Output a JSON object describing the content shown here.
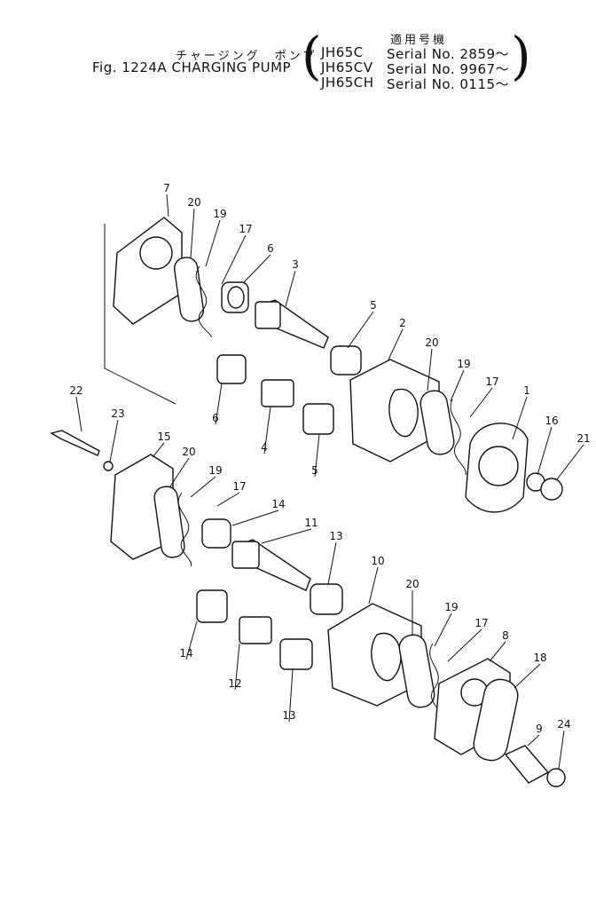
{
  "header": {
    "title_japanese": "チャージング　ポンプ",
    "fig_label": "Fig. 1224A CHARGING PUMP",
    "applicable_models": "適用号機",
    "models": [
      {
        "model": "JH65C",
        "serial": "Serial No. 2859～"
      },
      {
        "model": "JH65CV",
        "serial": "Serial No. 9967～"
      },
      {
        "model": "JH65CH",
        "serial": "Serial No. 0115～"
      }
    ]
  },
  "callouts": [
    "7",
    "20",
    "19",
    "17",
    "6",
    "3",
    "5",
    "2",
    "20",
    "19",
    "17",
    "1",
    "16",
    "21",
    "6",
    "4",
    "5",
    "22",
    "23",
    "15",
    "20",
    "19",
    "17",
    "14",
    "11",
    "13",
    "10",
    "20",
    "19",
    "17",
    "8",
    "18",
    "14",
    "12",
    "13",
    "9",
    "24"
  ]
}
